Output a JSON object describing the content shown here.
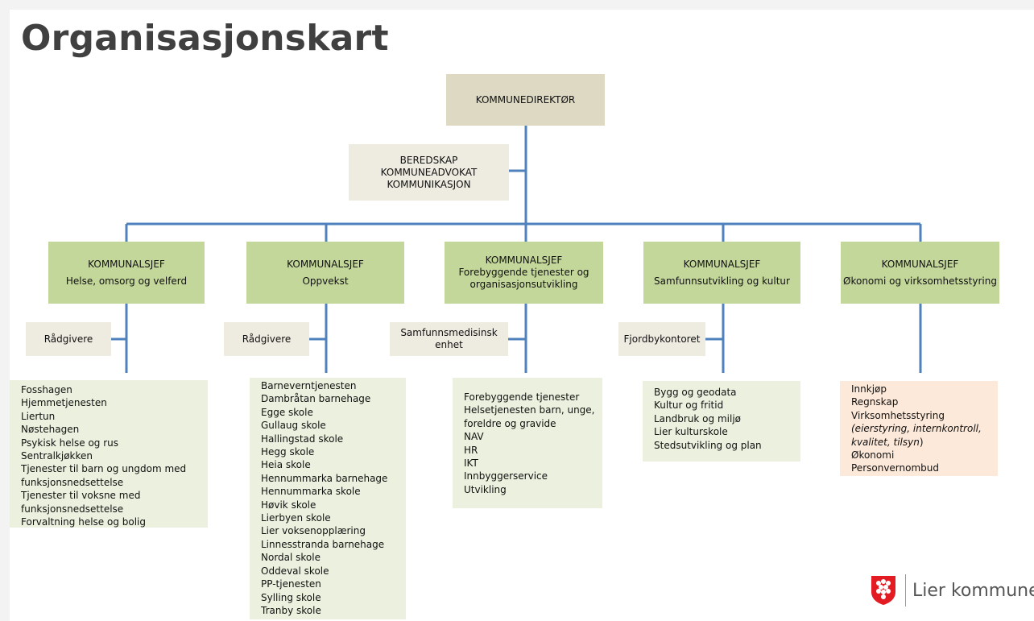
{
  "title": "Organisasjonskart",
  "director": "KOMMUNEDIREKTØR",
  "staff": [
    "BEREDSKAP",
    "KOMMUNEADVOKAT",
    "KOMMUNIKASJON"
  ],
  "departments": [
    {
      "head": "KOMMUNALSJEF",
      "area": "Helse, omsorg og velferd",
      "unit": "Rådgivere",
      "items": [
        "Fosshagen",
        "Hjemmetjenesten",
        "Liertun",
        "Nøstehagen",
        "Psykisk helse og rus",
        "Sentralkjøkken",
        "Tjenester til barn og ungdom med",
        "funksjonsnedsettelse",
        "Tjenester til voksne med",
        "funksjonsnedsettelse",
        "Forvaltning helse og bolig"
      ]
    },
    {
      "head": "KOMMUNALSJEF",
      "area": "Oppvekst",
      "unit": "Rådgivere",
      "items": [
        "Barneverntjenesten",
        "Dambråtan barnehage",
        "Egge skole",
        "Gullaug skole",
        "Hallingstad skole",
        "Hegg skole",
        "Heia skole",
        "Hennummarka barnehage",
        "Hennummarka skole",
        "Høvik skole",
        "Lierbyen skole",
        "Lier voksenopplæring",
        "Linnesstranda barnehage",
        "Nordal skole",
        "Oddeval skole",
        "PP-tjenesten",
        "Sylling skole",
        "Tranby skole"
      ]
    },
    {
      "head": "KOMMUNALSJEF",
      "area_lines": [
        "Forebyggende tjenester og",
        "organisasjonsutvikling"
      ],
      "unit_lines": [
        "Samfunnsmedisinsk",
        "enhet"
      ],
      "items": [
        "Forebyggende tjenester",
        "Helsetjenesten barn, unge,",
        "foreldre og gravide",
        "NAV",
        "HR",
        "IKT",
        "Innbyggerservice",
        "Utvikling"
      ]
    },
    {
      "head": "KOMMUNALSJEF",
      "area": "Samfunnsutvikling og kultur",
      "unit": "Fjordbykontoret",
      "items": [
        "Bygg og geodata",
        "Kultur og fritid",
        "Landbruk og miljø",
        "Lier kulturskole",
        "Stedsutvikling og plan"
      ]
    },
    {
      "head": "KOMMUNALSJEF",
      "area": "Økonomi og virksomhetsstyring",
      "items_econ": {
        "l1": "Innkjøp",
        "l2": "Regnskap",
        "l3": "Virksomhetsstyring",
        "l4": "(eierstyring, internkontroll,",
        "l5a": "kvalitet, tilsyn",
        "l5b": ")",
        "l6": "Økonomi",
        "l7": "Personvernombud"
      }
    }
  ],
  "logo_text": "Lier kommune",
  "colors": {
    "line": "#4f81bd",
    "director_box": "#ddd9c3",
    "staff_box": "#eeece1",
    "dept_box": "#c4d79b",
    "list_green": "#ebf1de",
    "list_peach": "#fde9d9",
    "logo_red": "#e31b23"
  }
}
